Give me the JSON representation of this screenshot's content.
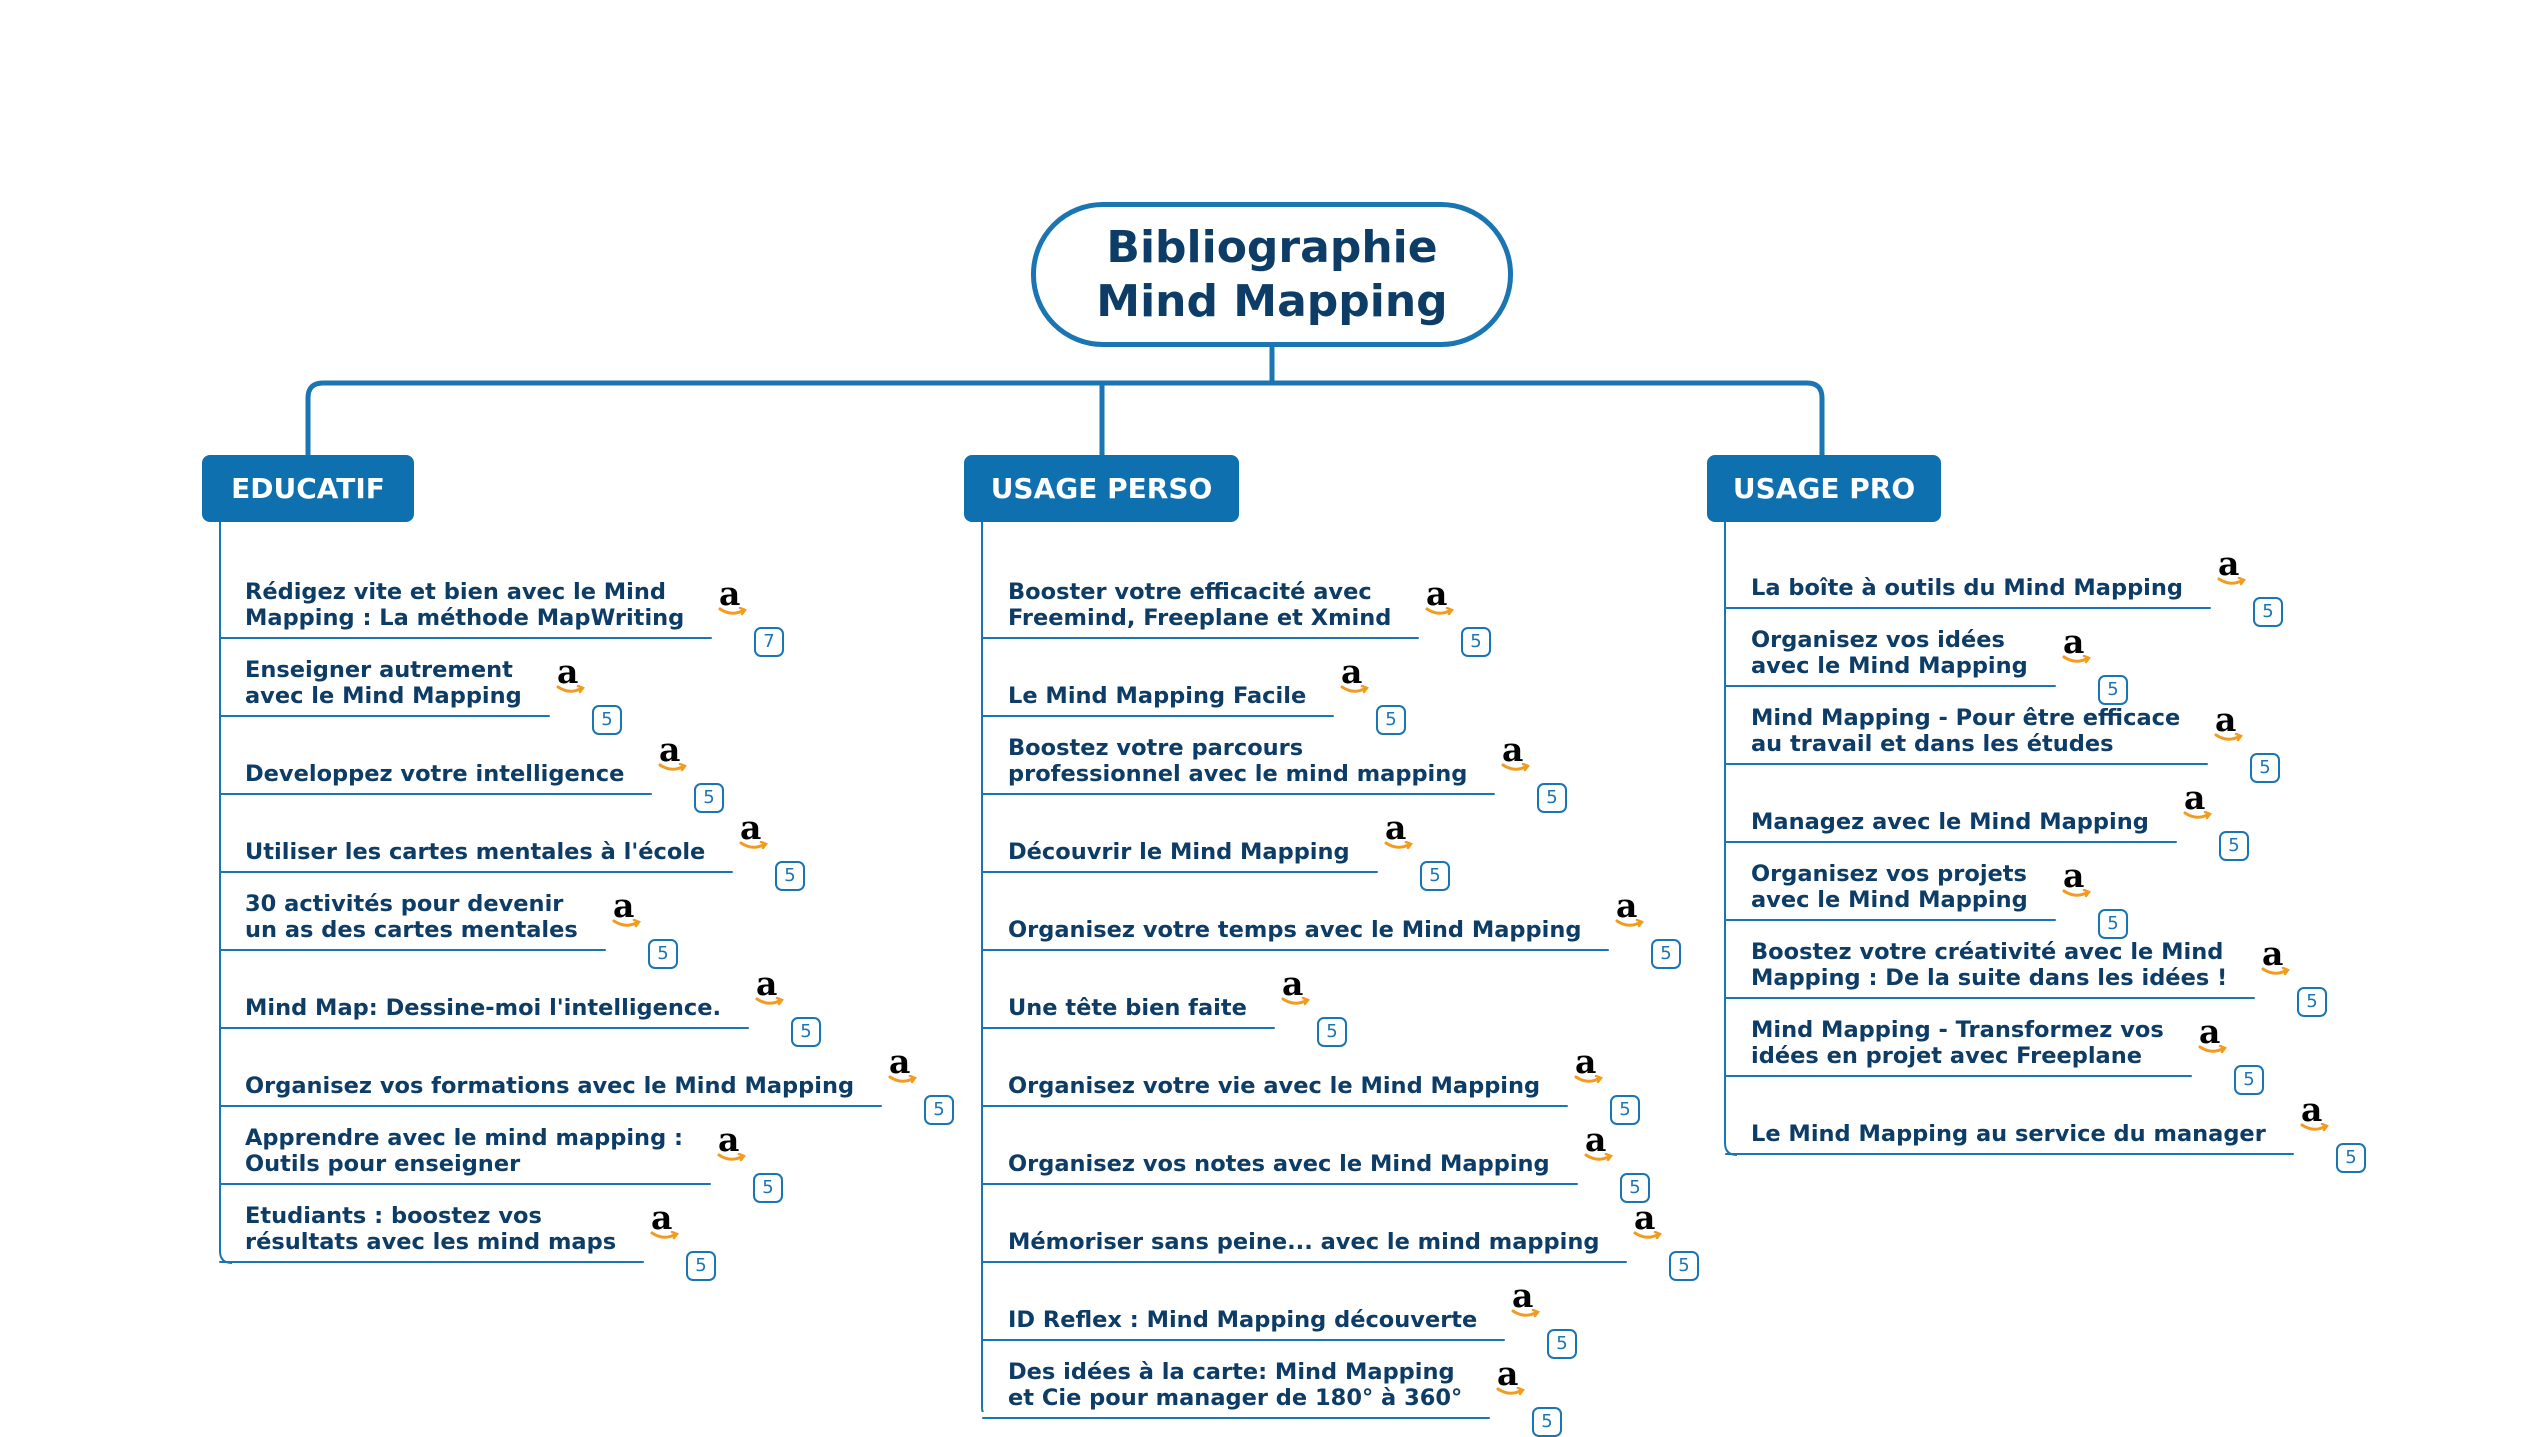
{
  "root": {
    "title_line1": "Bibliographie",
    "title_line2": "Mind Mapping"
  },
  "branches": [
    {
      "label": "EDUCATIF",
      "items": [
        {
          "line1": "Rédigez vite et bien avec le Mind",
          "line2": "Mapping : La méthode MapWriting",
          "badge": "7"
        },
        {
          "line1": "Enseigner autrement",
          "line2": "avec le Mind Mapping",
          "badge": "5"
        },
        {
          "line1": "Developpez votre intelligence",
          "badge": "5"
        },
        {
          "line1": "Utiliser les cartes mentales à l'école",
          "badge": "5"
        },
        {
          "line1": "30 activités pour devenir",
          "line2": "un as des cartes mentales",
          "badge": "5"
        },
        {
          "line1": "Mind Map: Dessine-moi l'intelligence.",
          "badge": "5"
        },
        {
          "line1": "Organisez vos formations avec le Mind Mapping",
          "badge": "5"
        },
        {
          "line1": "Apprendre avec le mind mapping :",
          "line2": "Outils pour enseigner",
          "badge": "5"
        },
        {
          "line1": "Etudiants : boostez vos",
          "line2": "résultats avec les mind maps",
          "badge": "5"
        }
      ]
    },
    {
      "label": "USAGE PERSO",
      "items": [
        {
          "line1": "Booster votre efficacité avec",
          "line2": "Freemind, Freeplane et Xmind",
          "badge": "5"
        },
        {
          "line1": "Le Mind Mapping Facile",
          "badge": "5"
        },
        {
          "line1": "Boostez votre parcours",
          "line2": "professionnel avec le mind mapping",
          "badge": "5"
        },
        {
          "line1": "Découvrir le Mind Mapping",
          "badge": "5"
        },
        {
          "line1": "Organisez votre temps avec le Mind Mapping",
          "badge": "5"
        },
        {
          "line1": "Une tête bien faite",
          "badge": "5"
        },
        {
          "line1": "Organisez votre vie avec le Mind Mapping",
          "badge": "5"
        },
        {
          "line1": "Organisez vos notes avec le Mind Mapping",
          "badge": "5"
        },
        {
          "line1": "Mémoriser sans peine... avec le mind mapping",
          "badge": "5"
        },
        {
          "line1": "ID Reflex : Mind Mapping découverte",
          "badge": "5"
        },
        {
          "line1": "Des idées à la carte: Mind Mapping",
          "line2": "et Cie pour manager de 180° à 360°",
          "badge": "5"
        }
      ]
    },
    {
      "label": "USAGE PRO",
      "items": [
        {
          "line1": "La boîte à outils du Mind Mapping",
          "badge": "5"
        },
        {
          "line1": "Organisez vos idées",
          "line2": "avec le Mind Mapping",
          "badge": "5"
        },
        {
          "line1": "Mind Mapping - Pour être efficace",
          "line2": "au travail et dans les études",
          "badge": "5"
        },
        {
          "line1": "Managez avec le Mind Mapping",
          "badge": "5"
        },
        {
          "line1": "Organisez vos projets",
          "line2": "avec le Mind Mapping",
          "badge": "5"
        },
        {
          "line1": "Boostez votre créativité avec le Mind",
          "line2": "Mapping : De la suite dans les idées !",
          "badge": "5"
        },
        {
          "line1": "Mind Mapping - Transformez vos",
          "line2": "idées en projet avec Freeplane",
          "badge": "5"
        },
        {
          "line1": "Le Mind Mapping au service du manager",
          "badge": "5"
        }
      ]
    }
  ]
}
